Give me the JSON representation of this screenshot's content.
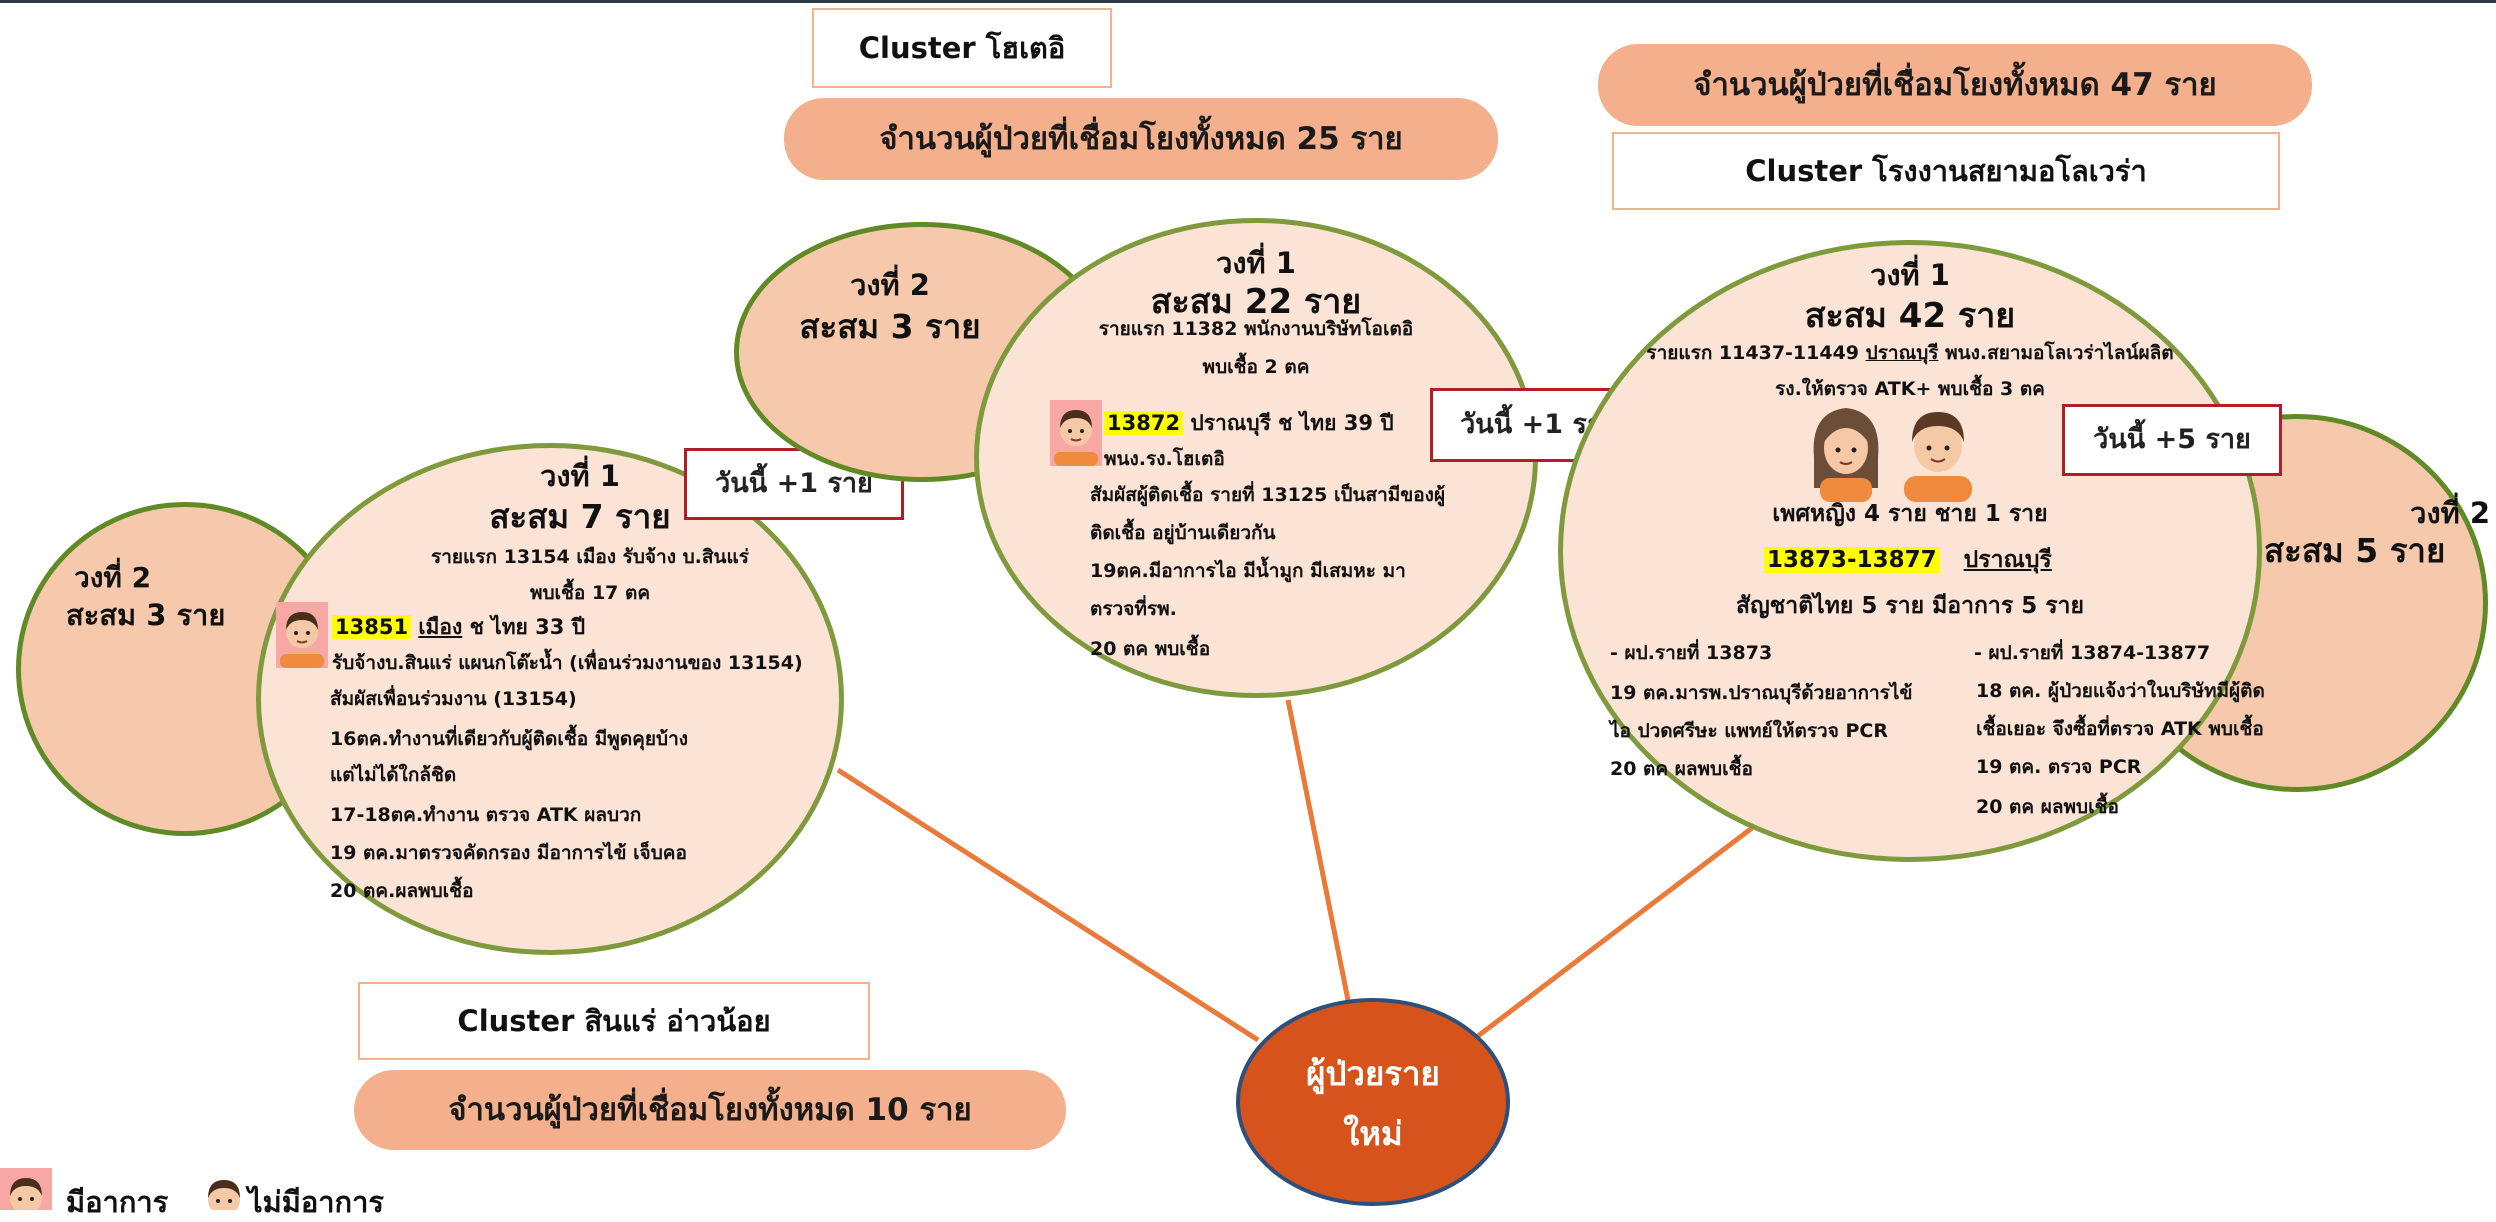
{
  "colors": {
    "pill": "#f4b08c",
    "main_circle": "#fbe3d6",
    "side_circle": "#f6c9ad",
    "circle_border": "#7f9a3c",
    "link_line": "#ea7a3a",
    "center_node": "#d7531c",
    "highlight": "#ffff00",
    "today_border": "#b01e2a"
  },
  "legend": {
    "symptomatic_icon": "boy-avatar-pink-bg-icon",
    "symptomatic_label": "มีอาการ",
    "asymptomatic_icon": "boy-avatar-icon",
    "asymptomatic_label": "ไม่มีอาการ"
  },
  "center": {
    "line1": "ผู้ป่วยราย",
    "line2": "ใหม่"
  },
  "clusters": {
    "hotel": {
      "name": "Cluster โฮเตอิ",
      "total": "จำนวนผู้ป่วยที่เชื่อมโยงทั้งหมด 25 ราย",
      "ring2": {
        "title": "วงที่ 2",
        "count": "สะสม 3 ราย"
      },
      "ring1": {
        "title": "วงที่ 1",
        "count": "สะสม 22 ราย",
        "first_case": "รายแรก 11382 พนักงานบริษัทโอเตอิ",
        "first_case_2": "พบเชื้อ 2 ตค",
        "case_id": "13872",
        "case_info": "ปราณบุรี ช  ไทย 39 ปี",
        "case_job": "พนง.รง.โฮเตอิ",
        "details": [
          "สัมผัสผู้ติดเชื้อ รายที่ 13125 เป็นสามีของผู้",
          "ติดเชื้อ อยู่บ้านเดียวกัน",
          "19ตค.มีอาการไอ มีน้ำมูก มีเสมหะ มา",
          "ตรวจที่รพ.",
          "20 ตค พบเชื้อ"
        ]
      },
      "today": "วันนี้ +1 ราย"
    },
    "aloe": {
      "name": "Cluster โรงงานสยามอโลเวร่า",
      "total": "จำนวนผู้ป่วยที่เชื่อมโยงทั้งหมด 47 ราย",
      "ring2": {
        "title": "วงที่ 2",
        "count": "สะสม 5 ราย"
      },
      "ring1": {
        "title": "วงที่ 1",
        "count": "สะสม 42 ราย",
        "first_case_prefix": "รายแรก 11437-11449 ",
        "first_case_place": "ปราณบุรี",
        "first_case_suffix": " พนง.สยามอโลเวร่าไลน์ผลิต",
        "first_case_2": "รง.ให้ตรวจ ATK+ พบเชื้อ 3 ตค",
        "gender": "เพศหญิง 4 ราย  ชาย  1 ราย",
        "case_id": "13873-13877",
        "case_place": "ปราณบุรี",
        "nationality": "สัญชาติไทย 5 ราย   มีอาการ 5 ราย",
        "left_details": [
          "- ผป.รายที่ 13873",
          "19 ตค.มารพ.ปราณบุรีด้วยอาการไข้",
          "ไอ ปวดศรีษะ แพทย์ให้ตรวจ PCR",
          "20 ตค ผลพบเชื้อ"
        ],
        "right_details": [
          "- ผป.รายที่ 13874-13877",
          "18 ตค. ผู้ป่วยแจ้งว่าในบริษัทมีผู้ติด",
          "เชื้อเยอะ จึงซื้อที่ตรวจ ATK พบเชื้อ",
          "19 ตค. ตรวจ PCR",
          "20 ตค ผลพบเชื้อ"
        ]
      },
      "today": "วันนี้ +5 ราย"
    },
    "mineral": {
      "name": "Cluster สินแร่ อ่าวน้อย",
      "total": "จำนวนผู้ป่วยที่เชื่อมโยงทั้งหมด 10 ราย",
      "ring2": {
        "title": "วงที่ 2",
        "count": "สะสม 3 ราย"
      },
      "ring1": {
        "title": "วงที่ 1",
        "count": "สะสม 7 ราย",
        "first_case": "รายแรก 13154 เมือง รับจ้าง บ.สินแร่",
        "first_case_2": "พบเชื้อ 17 ตค",
        "case_id": "13851",
        "case_place": "เมือง",
        "case_info": " ช ไทย 33 ปี",
        "details": [
          "รับจ้างบ.สินแร่ แผนกโต๊ะน้ำ (เพื่อนร่วมงานของ 13154)",
          "สัมผัสเพื่อนร่วมงาน (13154)",
          "16ตค.ทำงานที่เดียวกับผู้ติดเชื้อ มีพูดคุยบ้าง",
          "แต่ไม่ได้ใกล้ชิด",
          "17-18ตค.ทำงาน ตรวจ ATK ผลบวก",
          "19 ตค.มาตรวจคัดกรอง มีอาการไข้ เจ็บคอ",
          "20 ตค.ผลพบเชื้อ"
        ]
      },
      "today": "วันนี้ +1 ราย"
    }
  }
}
